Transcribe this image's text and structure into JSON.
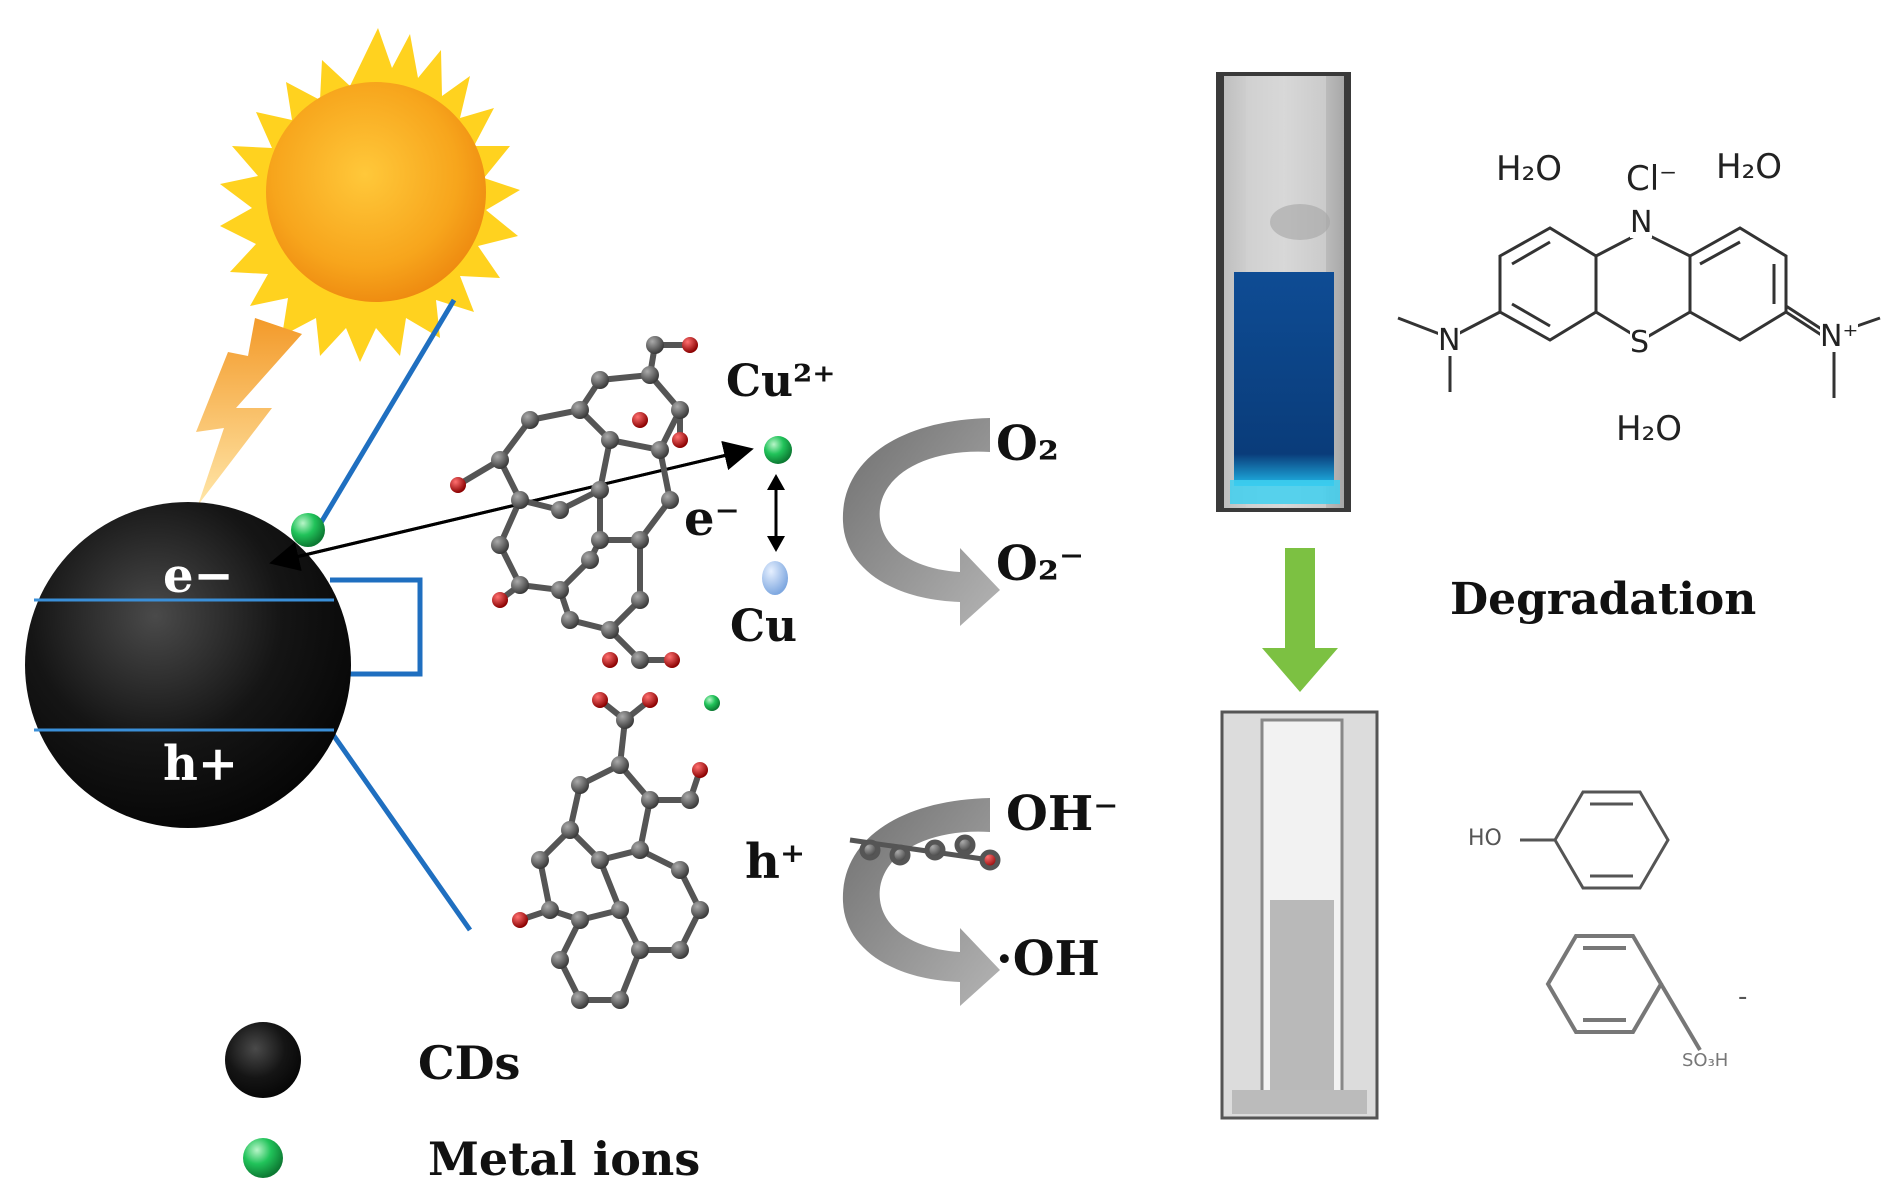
{
  "colors": {
    "sun_core": "#F7A51C",
    "sun_rays": "#FFD21F",
    "bolt": "#F2B13B",
    "cd_particle": "#151515",
    "metal_ion": "#21C35A",
    "band_line": "#3A8FD8",
    "connector_line": "#1F6FC0",
    "arrow_gray": "#8A8A8A",
    "down_arrow": "#7CC142",
    "dye_blue": "#0E4C94"
  },
  "icons": {
    "sun": "sun-icon",
    "bolt": "lightning-bolt-icon",
    "particle": "carbon-dot-particle",
    "ion": "metal-ion-sphere"
  },
  "particle": {
    "electron": "e−",
    "hole": "h+"
  },
  "reaction": {
    "cu2_label": "Cu²⁺",
    "cu_label": "Cu",
    "electron_mid": "e⁻",
    "hole_mid": "h⁺",
    "o2": "O₂",
    "o2_radical": "O₂⁻",
    "oh_minus": "OH⁻",
    "oh_radical": "·OH"
  },
  "legend": {
    "cds_label": "CDs",
    "metal_label": "Metal ions"
  },
  "degradation": {
    "label": "Degradation",
    "mb_water_1": "H₂O",
    "mb_chloride": "Cl⁻",
    "mb_water_2": "H₂O",
    "mb_water_3": "H₂O",
    "mb_n_ring": "N",
    "mb_s_ring": "S",
    "mb_n_left": "N",
    "mb_n_right": "N⁺",
    "phenol_oh": "HO",
    "sulfonate": "SO₃H",
    "minus_sign": "-"
  }
}
